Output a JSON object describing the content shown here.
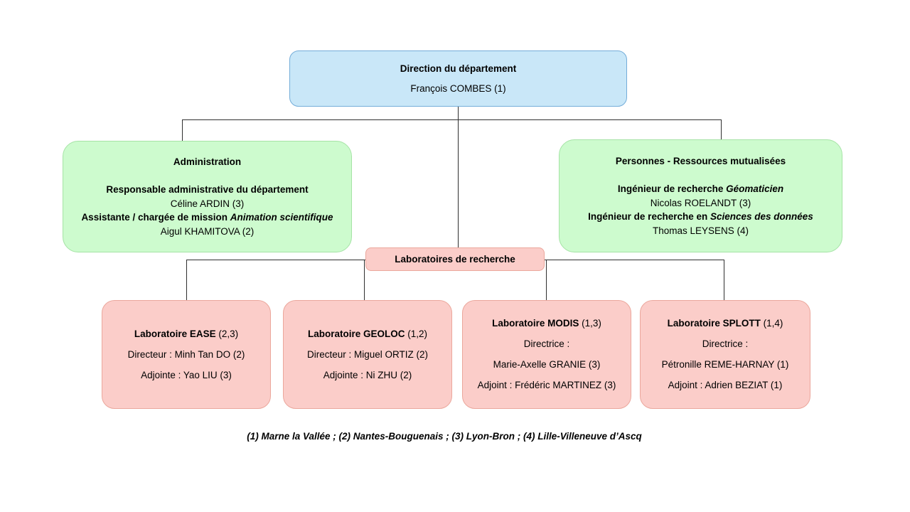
{
  "colors": {
    "root_fill": "#c9e7f8",
    "root_border": "#74add9",
    "group_fill": "#cdfbce",
    "group_border": "#a5e3a5",
    "lab_fill": "#fbcdc9",
    "lab_border": "#eba79c",
    "connector": "#2f2f2f",
    "text": "#000000",
    "background": "#ffffff"
  },
  "root": {
    "title": "Direction du département",
    "person": "François COMBES (1)"
  },
  "admin": {
    "title": "Administration",
    "role1": "Responsable administrative du département",
    "person1": "Céline ARDIN (3)",
    "role2_prefix": "Assistante / chargée de mission ",
    "role2_italic": "Animation scientifique",
    "person2": "Aigul KHAMITOVA (2)"
  },
  "resources": {
    "title": "Personnes - Ressources mutualisées",
    "role1_prefix": "Ingénieur de recherche ",
    "role1_italic": "Géomaticien",
    "person1": "Nicolas ROELANDT (3)",
    "role2_prefix": "Ingénieur de recherche en ",
    "role2_italic": "Sciences des données",
    "person2": "Thomas LEYSENS (4)"
  },
  "labs_header": {
    "title": "Laboratoires de recherche"
  },
  "labs": [
    {
      "name_bold": "Laboratoire EASE",
      "name_suffix": " (2,3)",
      "lines": [
        "Directeur : Minh Tan DO (2)",
        "Adjointe : Yao LIU (3)"
      ]
    },
    {
      "name_bold": "Laboratoire GEOLOC",
      "name_suffix": " (1,2)",
      "lines": [
        "Directeur : Miguel ORTIZ (2)",
        "Adjointe : Ni ZHU (2)"
      ]
    },
    {
      "name_bold": "Laboratoire MODIS",
      "name_suffix": " (1,3)",
      "lines": [
        "Directrice :",
        "Marie-Axelle GRANIE (3)",
        "Adjoint : Frédéric MARTINEZ (3)"
      ]
    },
    {
      "name_bold": "Laboratoire SPLOTT",
      "name_suffix": " (1,4)",
      "lines": [
        "Directrice :",
        "Pétronille REME-HARNAY (1)",
        "Adjoint : Adrien BEZIAT (1)"
      ]
    }
  ],
  "legend": "(1) Marne la Vallée ; (2) Nantes-Bouguenais ; (3) Lyon-Bron ; (4) Lille-Villeneuve d’Ascq"
}
